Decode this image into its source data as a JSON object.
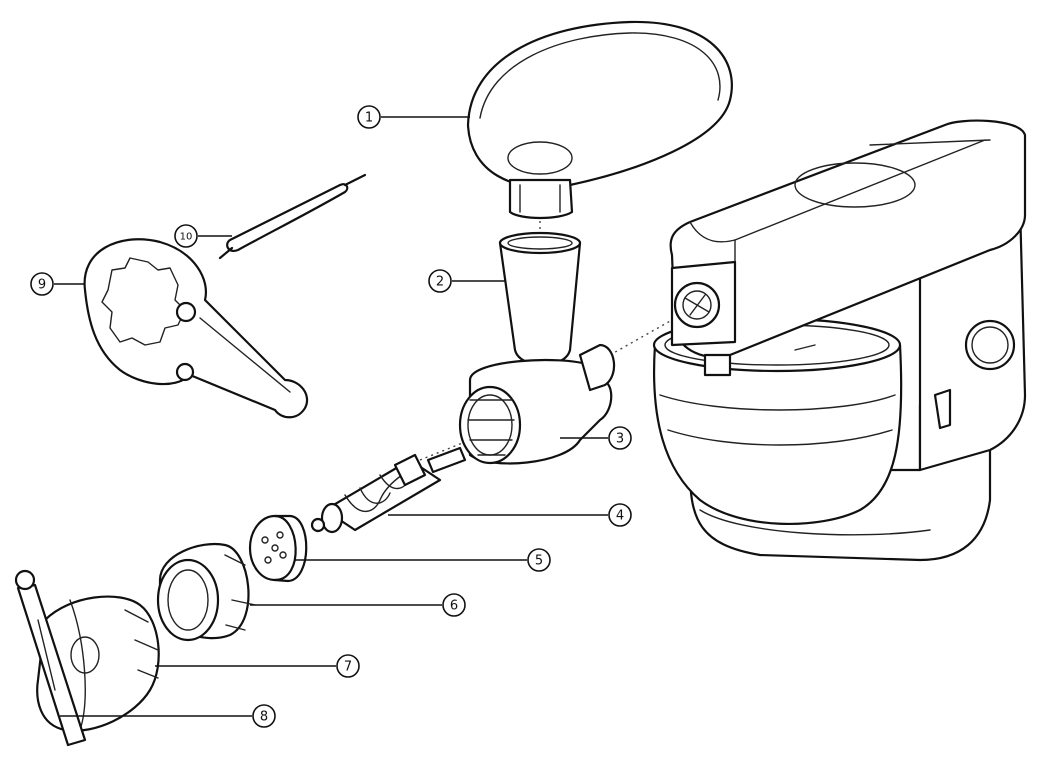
{
  "callouts": [
    {
      "number": "1",
      "part": "hopper"
    },
    {
      "number": "2",
      "part": "feed-tube"
    },
    {
      "number": "3",
      "part": "mincer-body"
    },
    {
      "number": "4",
      "part": "feed-screw"
    },
    {
      "number": "5",
      "part": "screen-plate"
    },
    {
      "number": "6",
      "part": "ring-nut"
    },
    {
      "number": "7",
      "part": "rotary-cutter-housing"
    },
    {
      "number": "8",
      "part": "lever"
    },
    {
      "number": "9",
      "part": "spanner"
    },
    {
      "number": "10",
      "part": "cleaning-tool"
    }
  ]
}
